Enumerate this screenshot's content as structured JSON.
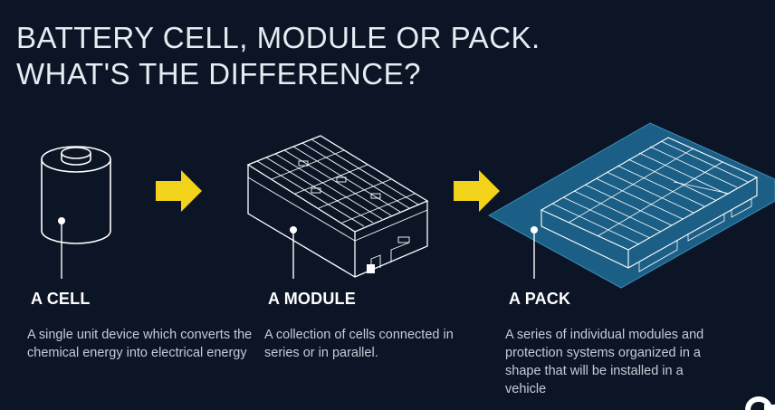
{
  "title": {
    "line1": "BATTERY CELL, MODULE OR PACK.",
    "line2": "WHAT'S THE DIFFERENCE?"
  },
  "colors": {
    "background": "#0b1525",
    "arrow": "#f2d21a",
    "outline": "#ffffff",
    "pack_base": "#1b5f86"
  },
  "items": [
    {
      "label": "A CELL",
      "description": "A single unit device which converts the chemical energy into electrical energy"
    },
    {
      "label": "A MODULE",
      "description": "A collection of cells connected in series or in parallel."
    },
    {
      "label": "A PACK",
      "description": "A series of individual modules and protection systems organized in a shape that will be installed in a vehicle"
    }
  ],
  "icons": [
    "cell-illustration",
    "module-illustration",
    "pack-illustration",
    "arrow-icon",
    "brand-logo"
  ]
}
